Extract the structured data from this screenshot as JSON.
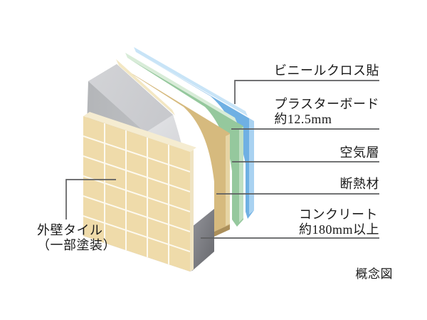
{
  "figure": {
    "type": "wall-section-cutaway-diagram",
    "caption": "概念図",
    "background": "#ffffff",
    "text_color": "#1a1a1a",
    "leader_line_color": "#5e5f60"
  },
  "right_labels": [
    {
      "id": "vinyl-cloth",
      "line1": "ビニールクロス貼",
      "line2": ""
    },
    {
      "id": "plasterboard",
      "line1": "プラスターボード",
      "line2": "約12.5mm"
    },
    {
      "id": "air-layer",
      "line1": "空気層",
      "line2": ""
    },
    {
      "id": "insulation",
      "line1": "断熱材",
      "line2": ""
    },
    {
      "id": "concrete",
      "line1": "コンクリート",
      "line2": "約180mm以上"
    }
  ],
  "left_label": {
    "id": "exterior-tile",
    "line1": "外壁タイル",
    "line2": "（一部塗装）"
  },
  "layers": [
    {
      "name": "exterior-tile",
      "label": "外壁タイル（一部塗装）",
      "face_color": "#efdbaa",
      "grout_color": "#fdfaf0",
      "edge_color": "#f5ecd1"
    },
    {
      "name": "concrete",
      "label": "コンクリート 約180mm以上",
      "top_color": "#cdcfd2",
      "face_color": "#c0c1c5",
      "shadow_color": "#6e6f74"
    },
    {
      "name": "insulation",
      "label": "断熱材",
      "face_color": "#d6ba7e",
      "top_color": "#f3e7c3",
      "cap_color": "#ab8f5a"
    },
    {
      "name": "air-layer",
      "label": "空気層",
      "face_color": "#95c89d",
      "top_color": "#d8ecd8"
    },
    {
      "name": "plasterboard",
      "label": "プラスターボード 約12.5mm",
      "face_color": "#6fb0e3",
      "edge_color": "#a9d2f1"
    },
    {
      "name": "vinyl-cloth",
      "label": "ビニールクロス貼",
      "face_color": "#c8e4f7"
    }
  ]
}
